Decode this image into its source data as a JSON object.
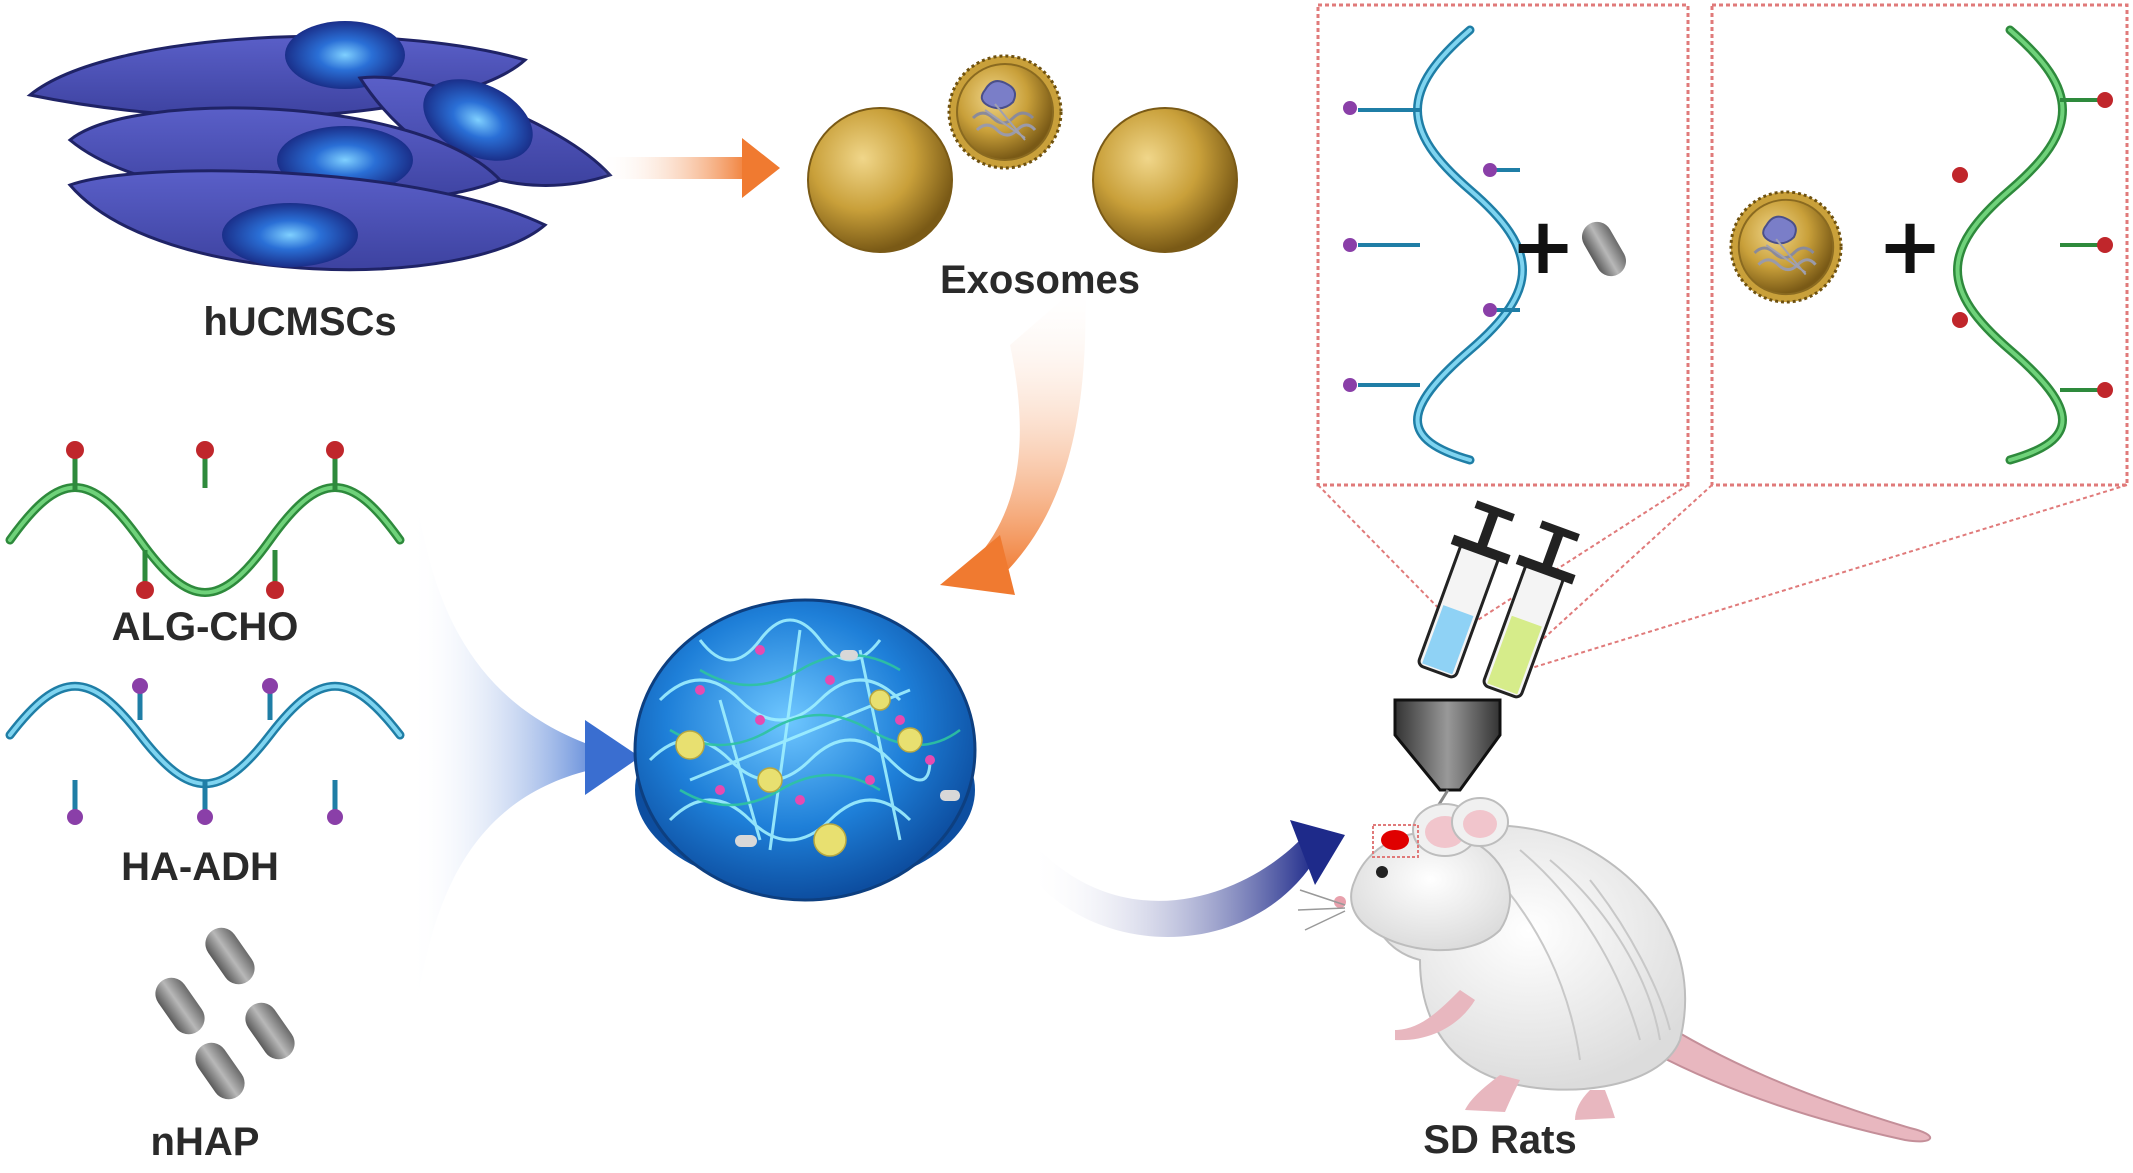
{
  "labels": {
    "cells": "hUCMSCs",
    "exosomes": "Exosomes",
    "alg": "ALG-CHO",
    "ha": "HA-ADH",
    "nhap": "nHAP",
    "rats": "SD Rats"
  },
  "symbols": {
    "plus": "+"
  },
  "colors": {
    "cell": "#4a4fb8",
    "nucleus": "#2a6fd6",
    "exosome": "#c9a03a",
    "alg_chain": "#3aa64a",
    "ha_chain": "#3fa3c7",
    "aldehyde_dot": "#c0262b",
    "hydrazide_dot": "#8a3fa8",
    "nhap_rod": "#8a8a8a",
    "hydrogel": "#1e7fd8",
    "arrow_orange": "#f07a30",
    "arrow_blue": "#3a6ed0",
    "arrow_navy": "#1e2a8a",
    "zoom_box": "#e07a7a",
    "rat": "#f2f2f2",
    "rat_tail": "#e8b7bf",
    "syringe_blue": "#8fd2f5",
    "syringe_green": "#d6ec8a"
  },
  "icons": [
    "cell-icon",
    "exosome-icon",
    "polymer-chain-icon",
    "nanorod-icon",
    "hydrogel-disc-icon",
    "syringe-icon",
    "rat-icon",
    "arrow-icon"
  ]
}
